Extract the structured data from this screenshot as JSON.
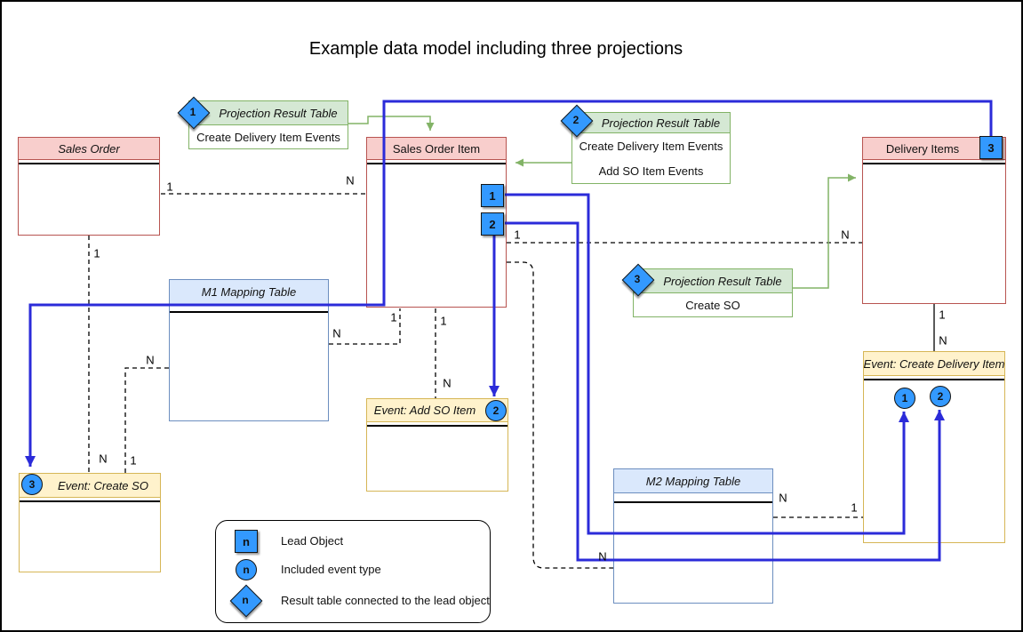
{
  "title": "Example data model including three projections",
  "colors": {
    "entity_header": "#f8cecc",
    "entity_border": "#b85450",
    "event_header": "#fff2cc",
    "event_border": "#d6b656",
    "mapping_header": "#dae8fc",
    "mapping_border": "#6c8ebf",
    "projection_header": "#d5e8d4",
    "projection_border": "#82b366",
    "badge_fill": "#3399ff",
    "connector_blue": "#2b2bd9",
    "connector_green": "#82b366"
  },
  "tables": {
    "sales_order": {
      "title": "Sales Order"
    },
    "sales_order_item": {
      "title": "Sales Order Item"
    },
    "delivery_items": {
      "title": "Delivery Items",
      "badge": "3"
    },
    "m1_mapping": {
      "title": "M1 Mapping Table"
    },
    "m2_mapping": {
      "title": "M2 Mapping Table"
    },
    "event_add_so_item": {
      "title": "Event: Add SO Item",
      "badge": "2"
    },
    "event_create_so": {
      "title": "Event: Create SO",
      "badge": "3"
    },
    "event_create_delivery_item": {
      "title": "Event: Create Delivery Item",
      "badges": [
        "1",
        "2"
      ]
    }
  },
  "projections": {
    "p1": {
      "badge": "1",
      "header": "Projection Result Table",
      "rows": [
        "Create Delivery Item Events"
      ]
    },
    "p2": {
      "badge": "2",
      "header": "Projection Result Table",
      "rows": [
        "Create Delivery Item Events",
        "Add SO Item Events"
      ]
    },
    "p3": {
      "badge": "3",
      "header": "Projection Result Table",
      "rows": [
        "Create SO"
      ]
    }
  },
  "lead_badges": {
    "sq1": "1",
    "sq2": "2"
  },
  "cardinalities": {
    "so_soi_1": "1",
    "so_soi_n": "N",
    "soi_di_1": "1",
    "soi_di_n": "N",
    "so_ecso_1": "1",
    "so_ecso_n": "N",
    "m1_ecso_n": "N",
    "m1_ecso_1": "1",
    "m1_soi_n": "N",
    "m1_soi_1": "1",
    "soi_easi_1": "1",
    "soi_easi_n": "N",
    "soi_m2_n": "N",
    "m2_ecdi_n": "N",
    "m2_ecdi_1": "1",
    "di_ecdi_1": "1",
    "di_ecdi_n": "N"
  },
  "legend": {
    "symbol": "n",
    "square_label": "Lead Object",
    "circle_label": "Included event type",
    "diamond_label": "Result table connected to the lead object"
  }
}
